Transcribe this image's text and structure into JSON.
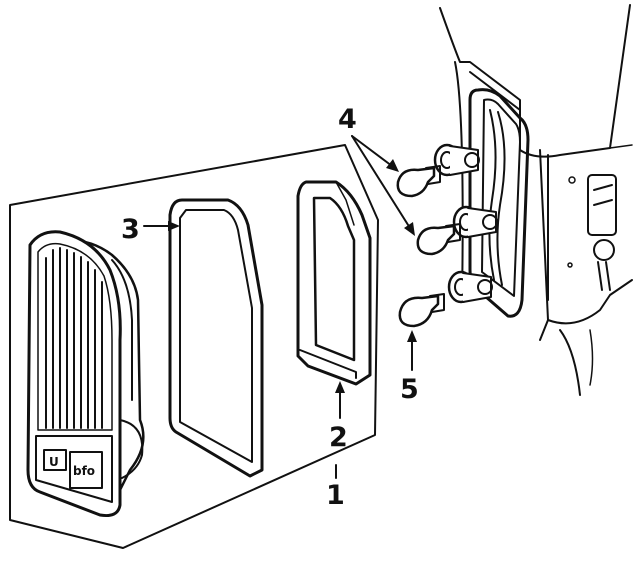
{
  "diagram": {
    "callouts": [
      {
        "id": "1",
        "label": "1"
      },
      {
        "id": "2",
        "label": "2"
      },
      {
        "id": "3",
        "label": "3"
      },
      {
        "id": "4",
        "label": "4"
      },
      {
        "id": "5",
        "label": "5"
      }
    ],
    "lens_markings": {
      "left": "U",
      "right": "bfo"
    },
    "colors": {
      "ink": "#111111",
      "background": "#ffffff"
    }
  }
}
